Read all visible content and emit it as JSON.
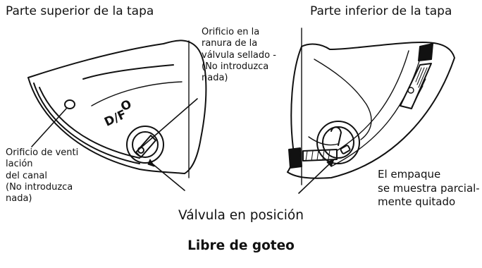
{
  "headers": {
    "left": "Parte superior de la tapa",
    "right": "Parte inferior de la tapa"
  },
  "labels": {
    "orifice_sealed": "Orificio en la\nranura de la\nválvula sellado -\n(No introduzca\nnada)",
    "vent_hole": "Orificio de venti\nlación\ndel canal\n(No introduzca\nnada)",
    "valve_position_line1": "Válvula en posición",
    "valve_position_line2": "Libre de goteo",
    "gasket": "El empaque\nse muestra parcial-\nmente quitado",
    "marking_o": "O",
    "marking_df": "D/F"
  }
}
